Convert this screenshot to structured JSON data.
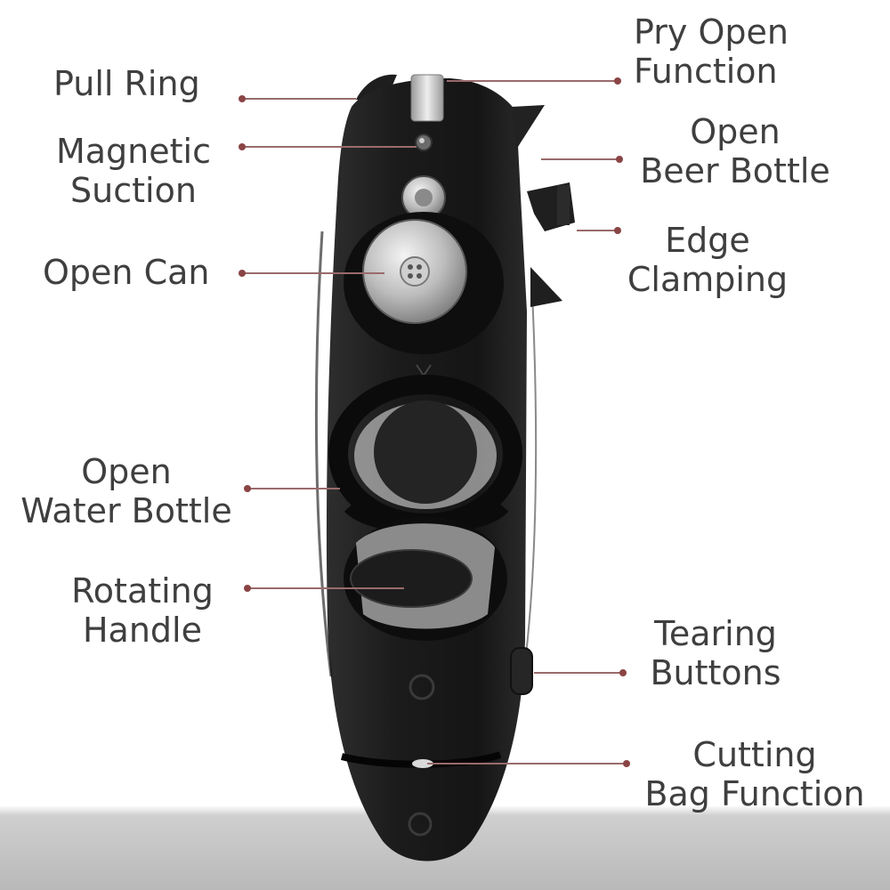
{
  "callouts": {
    "pull_ring": [
      "Pull Ring"
    ],
    "magnetic_suction": [
      "Magnetic",
      "Suction"
    ],
    "open_can": [
      "Open Can"
    ],
    "open_water_bottle": [
      "Open",
      "Water Bottle"
    ],
    "rotating_handle": [
      "Rotating",
      "Handle"
    ],
    "pry_open": [
      "Pry Open",
      "Function"
    ],
    "open_beer_bottle": [
      "Open",
      "Beer Bottle"
    ],
    "edge_clamping": [
      "Edge",
      "Clamping"
    ],
    "tearing_buttons": [
      "Tearing",
      "Buttons"
    ],
    "cutting_bag": [
      "Cutting",
      "Bag Function"
    ]
  },
  "colors": {
    "background": "#ffffff",
    "floor": "#c4c4c4",
    "body": "#1d1d1d",
    "label_text": "#3f3f3f",
    "leader_line": "#9a6b6b",
    "metal": "#c9c9c9"
  }
}
